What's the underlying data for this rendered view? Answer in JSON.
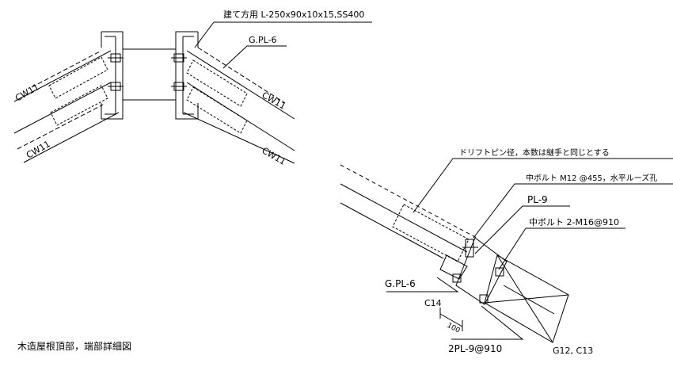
{
  "caption": "木造屋根頂部，端部詳細図",
  "top_detail": {
    "column_label": "建て方用 L-250x90x10x15,SS400",
    "plate_label": "G.PL-6",
    "members": [
      "CW11",
      "CW11",
      "CW11",
      "CW11"
    ]
  },
  "bottom_detail": {
    "drift_pin_note": "ドリフトピン径，本数は継手と同じとする",
    "bolt_note_1": "中ボルト M12 @455，水平ルーズ孔",
    "pl9": "PL-9",
    "bolt_note_2": "中ボルト 2-M16@910",
    "gpl6": "G.PL-6",
    "c14": "C14",
    "dim": "100",
    "pl9_pair": "2PL-9@910",
    "g12_g13": "G12, C13"
  }
}
